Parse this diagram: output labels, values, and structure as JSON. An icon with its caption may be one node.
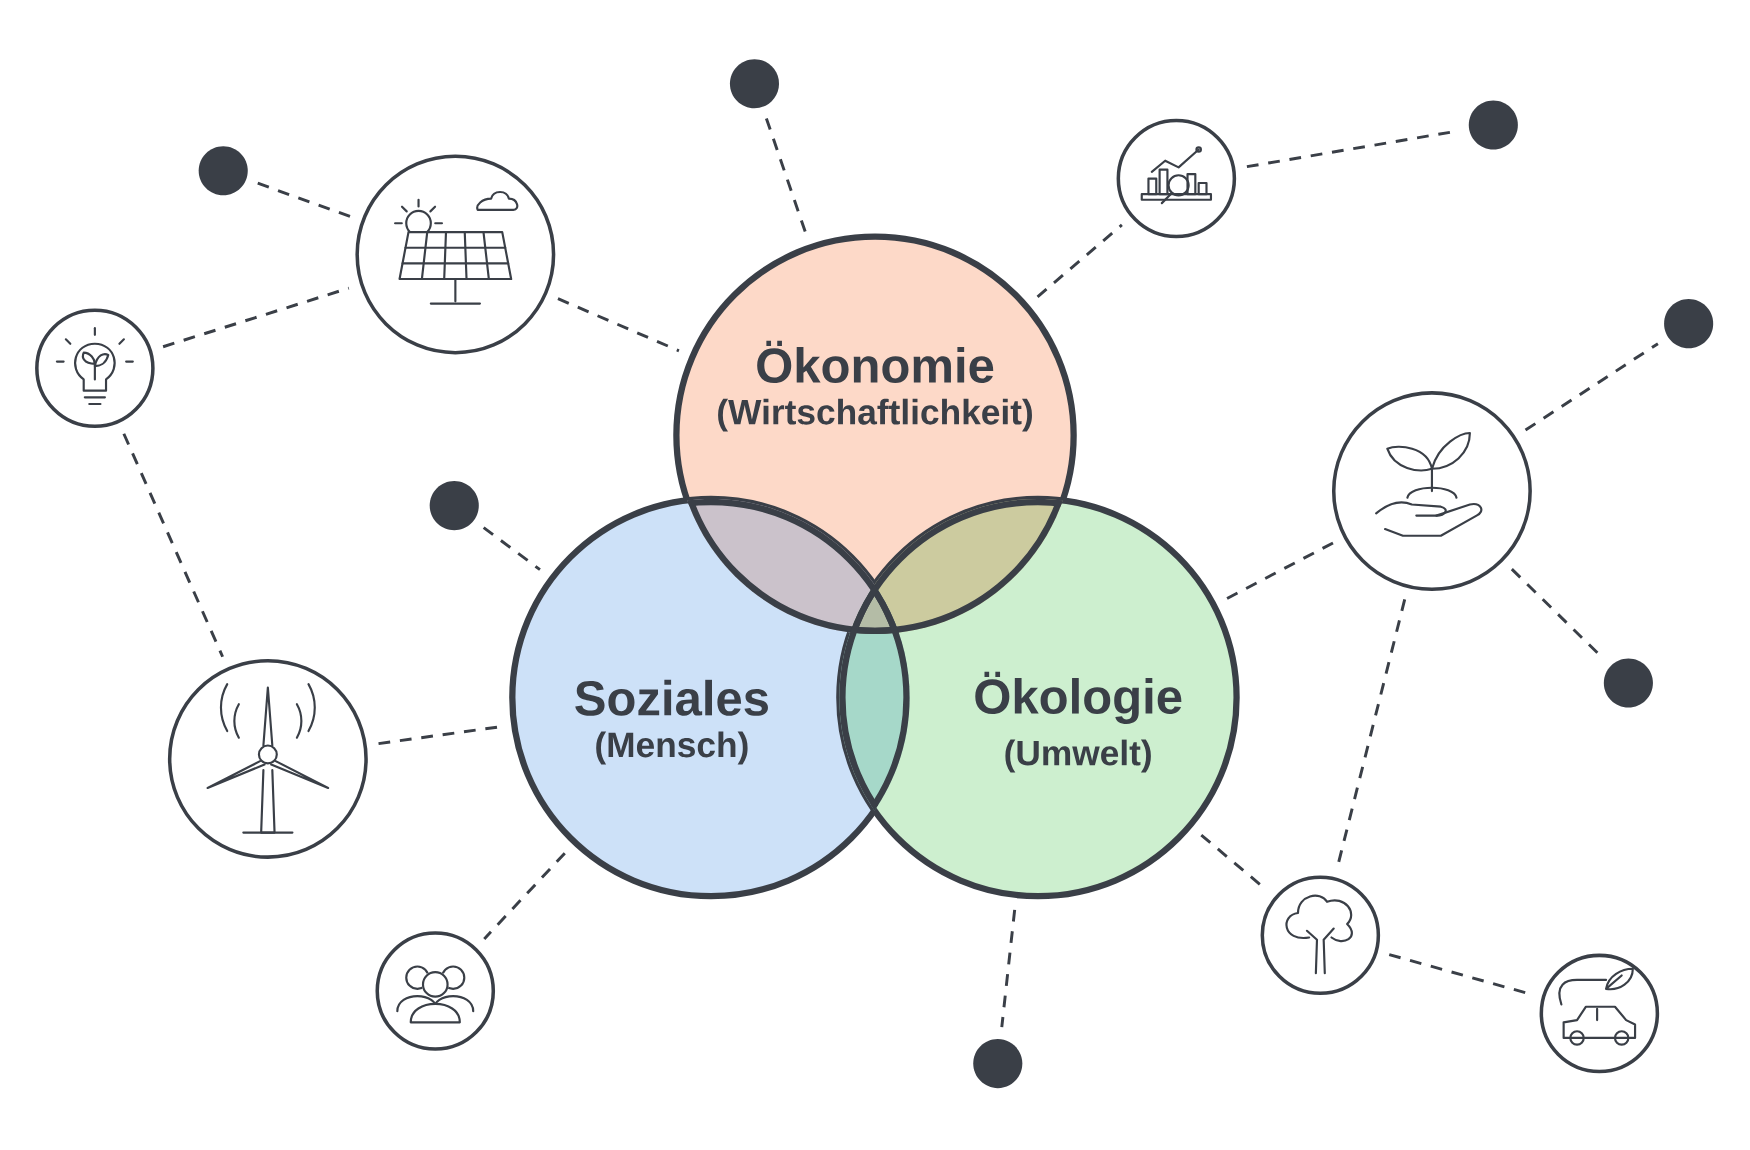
{
  "diagram": {
    "nodes": [
      {
        "text": [
          "Ökonomie",
          "(Wirtschaftlichkeit)"
        ]
      },
      {
        "text": [
          "Soziales",
          "(Mensch)"
        ]
      },
      {
        "text": [
          "Ökologie",
          "(Umwelt)"
        ]
      },
      {
        "text": [],
        "shape": "circle"
      },
      {
        "text": [],
        "shape": "circle"
      },
      {
        "text": [],
        "shape": "circle"
      },
      {
        "text": [],
        "shape": "circle"
      },
      {
        "text": [],
        "shape": "circle"
      },
      {
        "text": [],
        "shape": "circle"
      },
      {
        "text": [],
        "shape": "circle"
      },
      {
        "text": [],
        "shape": "circle"
      },
      {
        "text": [],
        "shape": "circle"
      },
      {
        "text": [],
        "shape": "circle"
      },
      {
        "text": [],
        "shape": "circle"
      },
      {
        "text": [],
        "shape": "circle"
      },
      {
        "text": [],
        "shape": "circle"
      },
      {
        "text": [],
        "shape": "circle"
      },
      {
        "text": [],
        "shape": "circle"
      }
    ],
    "edges": [
      {
        "from": 3,
        "to": 0,
        "arrow": "none"
      },
      {
        "from": 4,
        "to": 5,
        "arrow": "none"
      },
      {
        "from": 5,
        "to": 0,
        "arrow": "none"
      },
      {
        "from": 8,
        "to": 5,
        "arrow": "none"
      },
      {
        "from": 8,
        "to": 12,
        "arrow": "none"
      },
      {
        "from": 0,
        "to": 6,
        "arrow": "none"
      },
      {
        "from": 6,
        "to": 7,
        "arrow": "none"
      },
      {
        "from": 11,
        "to": 1,
        "arrow": "none"
      },
      {
        "from": 12,
        "to": 1,
        "arrow": "none"
      },
      {
        "from": 1,
        "to": 14,
        "arrow": "none"
      },
      {
        "from": 10,
        "to": 9,
        "arrow": "none"
      },
      {
        "from": 10,
        "to": 2,
        "arrow": "none"
      },
      {
        "from": 10,
        "to": 13,
        "arrow": "none"
      },
      {
        "from": 10,
        "to": 15,
        "arrow": "none"
      },
      {
        "from": 2,
        "to": 15,
        "arrow": "none"
      },
      {
        "from": 15,
        "to": 16,
        "arrow": "none"
      },
      {
        "from": 2,
        "to": 17,
        "arrow": "none"
      }
    ]
  }
}
